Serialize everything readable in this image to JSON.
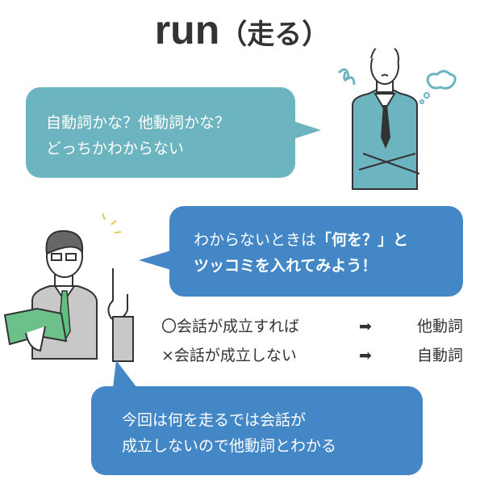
{
  "title": {
    "word": "run",
    "meaning": "（走る）"
  },
  "bubbles": {
    "confused": {
      "line1": "自動詞かな？他動詞かな？",
      "line2": "どっちかわからない"
    },
    "tip": {
      "line1_pre": "わからないときは",
      "line1_em": "「何を？」と",
      "line2": "ツッコミを入れてみよう！"
    },
    "conclusion": {
      "line1": "今回は何を走るでは会話が",
      "line2": "成立しないので他動詞とわかる"
    }
  },
  "rules": [
    {
      "condition": "〇会話が成立すれば",
      "arrow": "➡",
      "result": "他動詞"
    },
    {
      "condition": "×会話が成立しない",
      "arrow": "➡",
      "result": "自動詞"
    }
  ],
  "colors": {
    "teal": "#6bb4c0",
    "blue": "#4387c6",
    "text": "#333333"
  }
}
